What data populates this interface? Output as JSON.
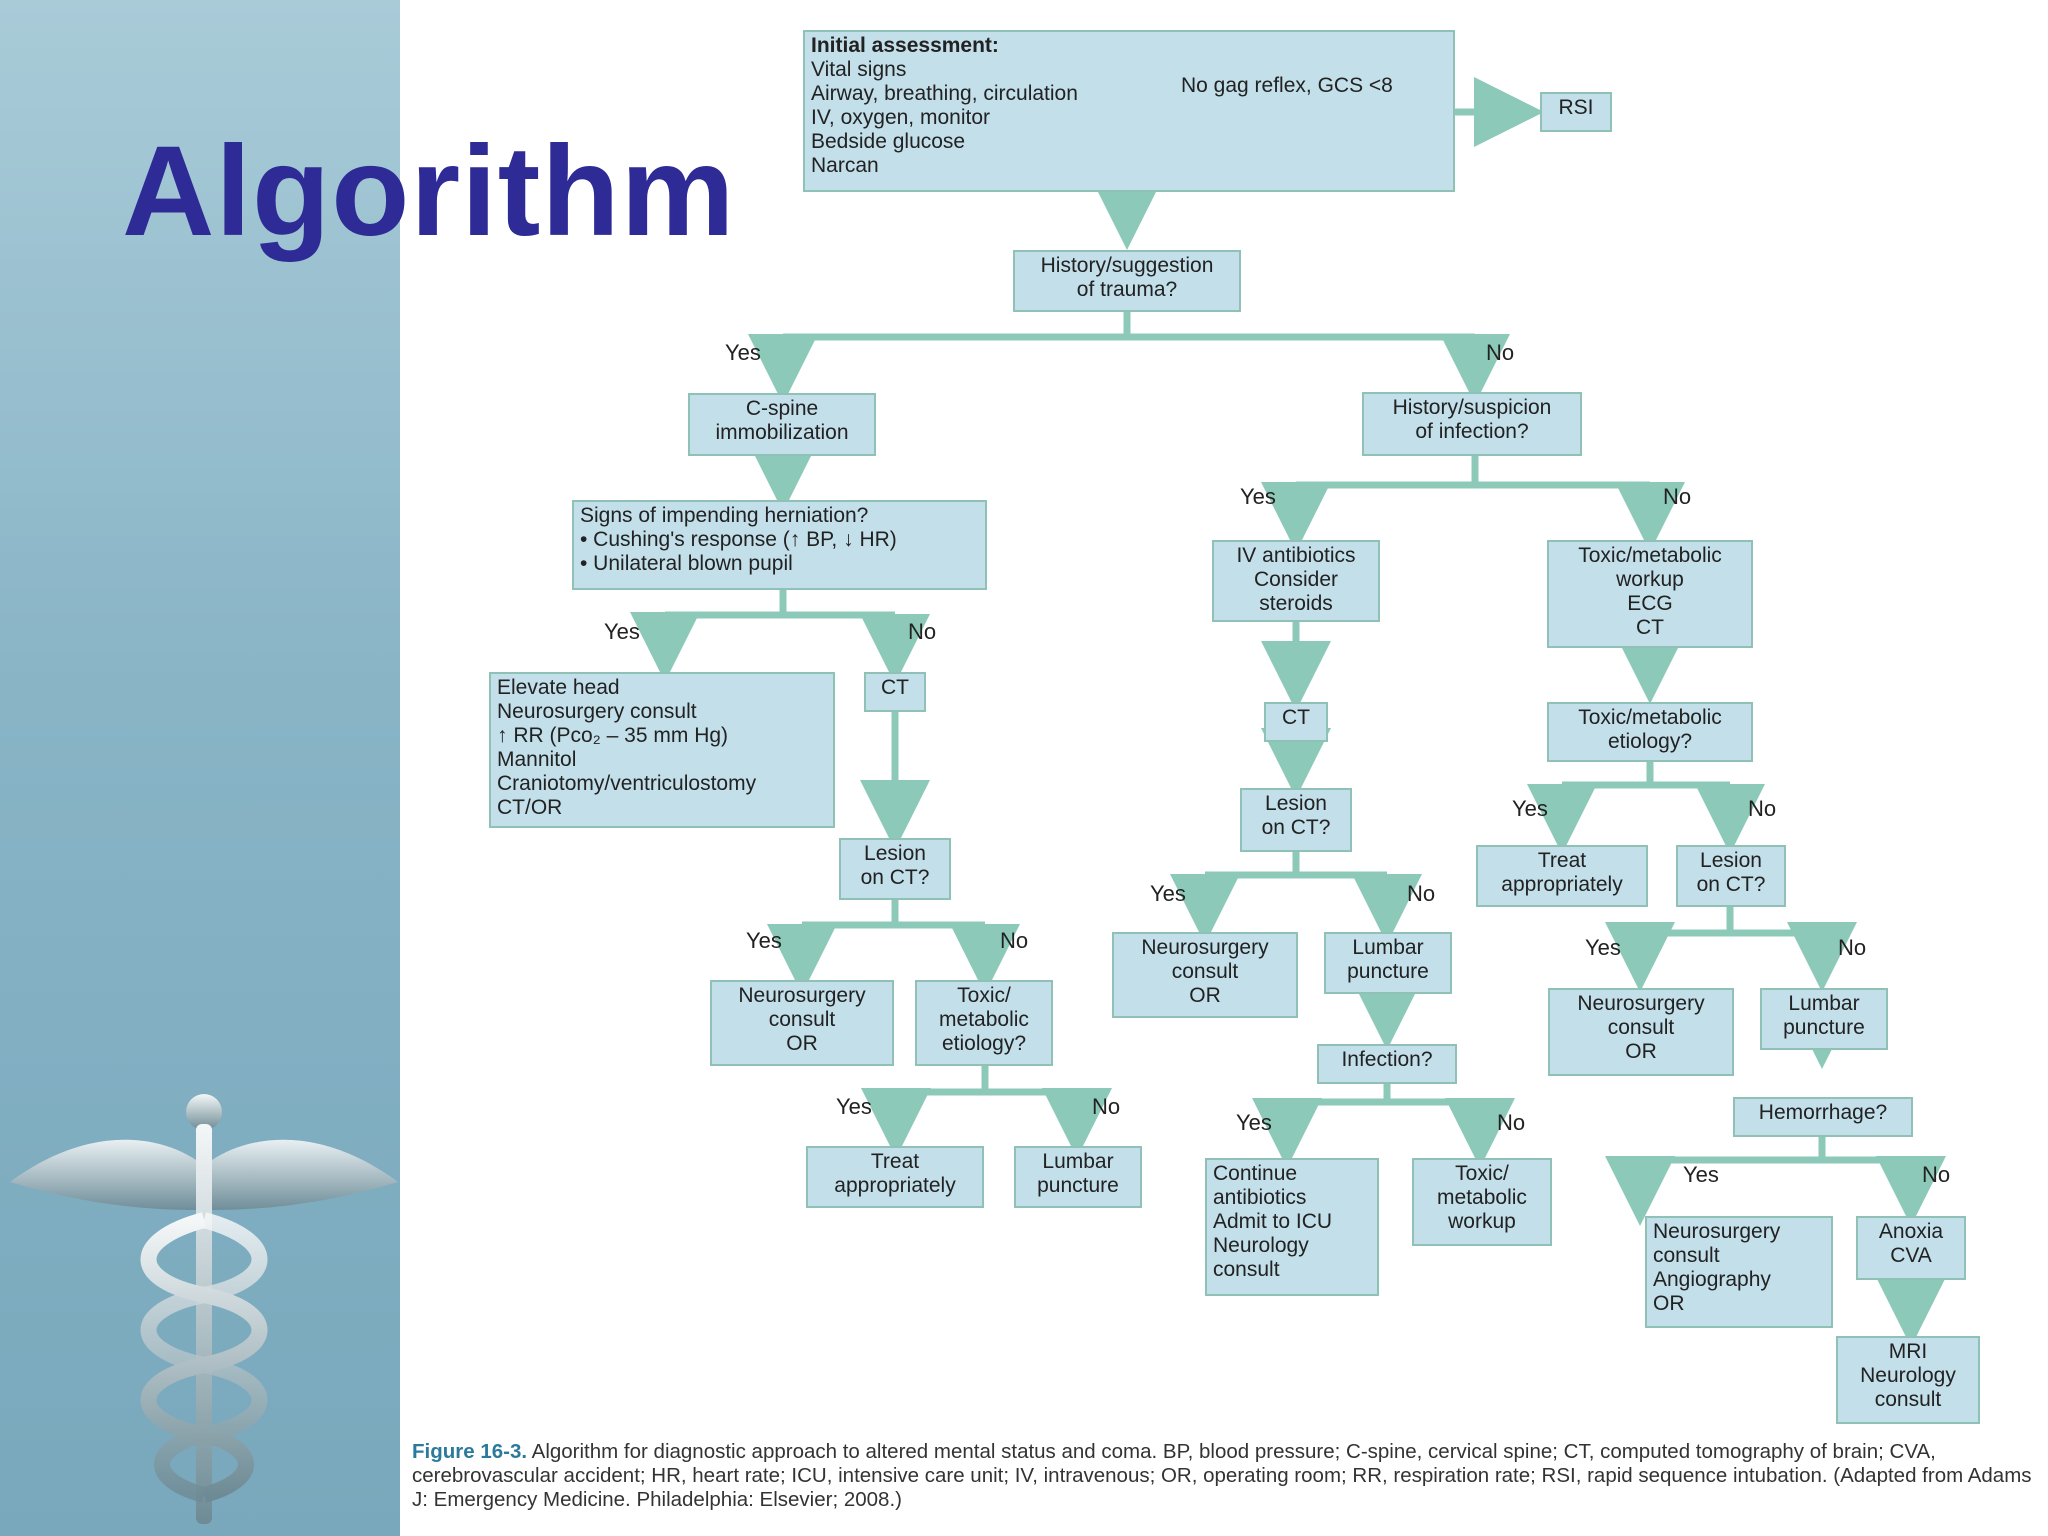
{
  "slide": {
    "title": "Algorithm",
    "caption_label": "Figure 16-3.",
    "caption_text": "Algorithm for diagnostic approach to altered mental status and coma. BP, blood pressure; C-spine, cervical spine; CT, computed tomography of brain; CVA, cerebrovascular accident; HR, heart rate; ICU, intensive care unit; IV, intravenous; OR, operating room; RR, respiration rate; RSI, rapid sequence intubation. (Adapted from Adams J: Emergency Medicine. Philadelphia: Elsevier; 2008.)"
  },
  "nodes": {
    "initial": {
      "heading": "Initial assessment:",
      "lines": [
        "Vital signs",
        "Airway, breathing, circulation",
        "IV, oxygen, monitor",
        "Bedside glucose",
        "Narcan"
      ],
      "aside": "No gag reflex, GCS <8"
    },
    "rsi": {
      "lines": [
        "RSI"
      ]
    },
    "trauma": {
      "lines": [
        "History/suggestion",
        "of trauma?"
      ]
    },
    "cspine": {
      "lines": [
        "C-spine",
        "immobilization"
      ]
    },
    "infection_q": {
      "lines": [
        "History/suspicion",
        "of infection?"
      ]
    },
    "herniation": {
      "lines": [
        "Signs of impending herniation?",
        "• Cushing's response (↑ BP, ↓ HR)",
        "• Unilateral blown pupil"
      ]
    },
    "elevate": {
      "lines": [
        "Elevate head",
        "Neurosurgery consult",
        "↑ RR (Pco₂ – 35 mm Hg)",
        "Mannitol",
        "Craniotomy/ventriculostomy",
        "CT/OR"
      ]
    },
    "ct1": {
      "lines": [
        "CT"
      ]
    },
    "lesion1": {
      "lines": [
        "Lesion",
        "on CT?"
      ]
    },
    "neuro1": {
      "lines": [
        "Neurosurgery",
        "consult",
        "OR"
      ]
    },
    "toxic1": {
      "lines": [
        "Toxic/",
        "metabolic",
        "etiology?"
      ]
    },
    "treat1": {
      "lines": [
        "Treat",
        "appropriately"
      ]
    },
    "lumbar1": {
      "lines": [
        "Lumbar",
        "puncture"
      ]
    },
    "ivab": {
      "lines": [
        "IV antibiotics",
        "Consider",
        "steroids"
      ]
    },
    "ct2": {
      "lines": [
        "CT"
      ]
    },
    "lesion2": {
      "lines": [
        "Lesion",
        "on CT?"
      ]
    },
    "neuro2": {
      "lines": [
        "Neurosurgery",
        "consult",
        "OR"
      ]
    },
    "lumbar2": {
      "lines": [
        "Lumbar",
        "puncture"
      ]
    },
    "infection2": {
      "lines": [
        "Infection?"
      ]
    },
    "continue": {
      "lines": [
        "Continue",
        "antibiotics",
        "Admit to ICU",
        "Neurology",
        "consult"
      ]
    },
    "toxwork2": {
      "lines": [
        "Toxic/",
        "metabolic",
        "workup"
      ]
    },
    "toxwork": {
      "lines": [
        "Toxic/metabolic",
        "workup",
        "ECG",
        "CT"
      ]
    },
    "toxetio": {
      "lines": [
        "Toxic/metabolic",
        "etiology?"
      ]
    },
    "treat2": {
      "lines": [
        "Treat",
        "appropriately"
      ]
    },
    "lesion3": {
      "lines": [
        "Lesion",
        "on CT?"
      ]
    },
    "neuro3": {
      "lines": [
        "Neurosurgery",
        "consult",
        "OR"
      ]
    },
    "lumbar3": {
      "lines": [
        "Lumbar",
        "puncture"
      ]
    },
    "hemorrhage": {
      "lines": [
        "Hemorrhage?"
      ]
    },
    "neuro4": {
      "lines": [
        "Neurosurgery",
        "consult",
        "Angiography",
        "OR"
      ]
    },
    "anoxia": {
      "lines": [
        "Anoxia",
        "CVA"
      ]
    },
    "mri": {
      "lines": [
        "MRI",
        "Neurology",
        "consult"
      ]
    }
  },
  "branch_labels": {
    "yes": "Yes",
    "no": "No"
  },
  "colors": {
    "connector": "#8cc9b8",
    "node_fill": "#c2dfea",
    "title": "#2e2a96",
    "caption_label": "#2b7a9b"
  }
}
